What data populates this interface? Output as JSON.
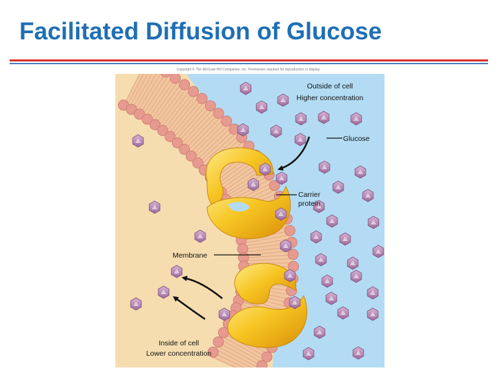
{
  "slide": {
    "title": "Facilitated Diffusion of Glucose",
    "copyright": "Copyright © The McGraw-Hill Companies, Inc. Permission required for reproduction or display."
  },
  "labels": {
    "outside_line1": "Outside of cell",
    "outside_line2": "Higher concentration",
    "glucose": "Glucose",
    "carrier_line1": "Carrier",
    "carrier_line2": "protein",
    "membrane": "Membrane",
    "inside_line1": "Inside of cell",
    "inside_line2": "Lower concentration"
  },
  "colors": {
    "title": "#1f6fb4",
    "cytoplasm": "#f6ddb0",
    "extracellular": "#b3dcf4",
    "lipid_head": "#e79a8f",
    "carrier_protein": "#f7c623",
    "glucose": "#b689b5"
  },
  "icons": [
    "glucose-molecule-icon",
    "carrier-protein-icon",
    "arrow-icon"
  ]
}
